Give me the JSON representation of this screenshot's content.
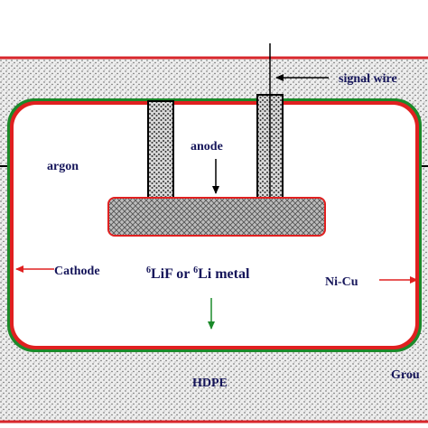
{
  "labels": {
    "signal_wire": "signal wire",
    "anode": "anode",
    "argon": "argon",
    "cathode": "Cathode",
    "converter_sup": "6",
    "converter_a": "LiF or ",
    "converter_sup2": "6",
    "converter_b": "Li metal",
    "nicu": "Ni-Cu",
    "hdpe": "HDPE",
    "ground": "Grou"
  },
  "colors": {
    "outer_border": "#d8262b",
    "shell_red": "#e02020",
    "shell_green": "#1b8a2a",
    "arrow_green": "#1b8a2a",
    "label_text": "#15155a",
    "stipple_bg": "#e9e9e9"
  }
}
